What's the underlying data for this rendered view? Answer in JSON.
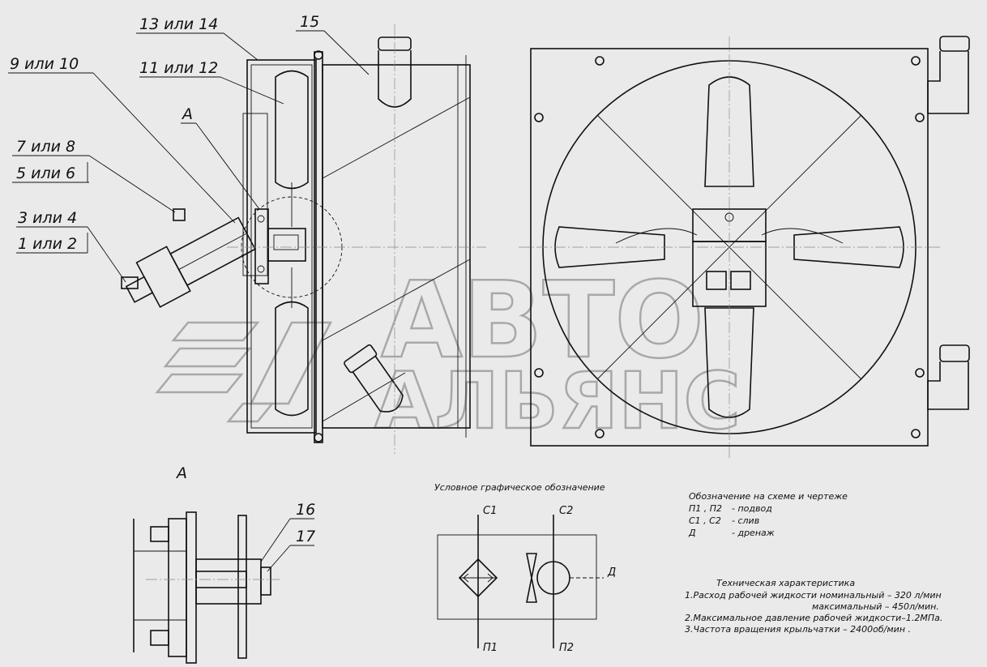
{
  "callouts": {
    "c1314": "13 или 14",
    "c15": "15",
    "c910": "9 или 10",
    "c1112": "11 или 12",
    "cA": "А",
    "c78": "7 или 8",
    "c56": "5 или 6",
    "c34": "3 или 4",
    "c12": "1 или 2",
    "c16": "16",
    "c17": "17"
  },
  "detail_view": {
    "title": "А"
  },
  "symbol": {
    "title": "Условное графическое обозначение",
    "port_c1": "С1",
    "port_c2": "С2",
    "port_p1": "П1",
    "port_p2": "П2",
    "port_d": "Д"
  },
  "legend": {
    "title": "Обозначение на схеме и чертеже",
    "rows": [
      {
        "code": "П1 , П2",
        "desc": "- подвод"
      },
      {
        "code": "С1 , С2",
        "desc": "- слив"
      },
      {
        "code": "Д",
        "desc": "- дренаж"
      }
    ]
  },
  "specs": {
    "title": "Техническая характеристика",
    "line1": "1.Расход рабочей жидкости номинальный – 320 л/мин",
    "line2": "максимальный – 450л/мин.",
    "line3": "2.Максимальное давление рабочей жидкости–1.2МПа.",
    "line4": "3.Частота вращения крыльчатки – 2400об/мин ."
  },
  "watermark": {
    "line1": "АВТО",
    "line2": "АЛЬЯНС"
  }
}
